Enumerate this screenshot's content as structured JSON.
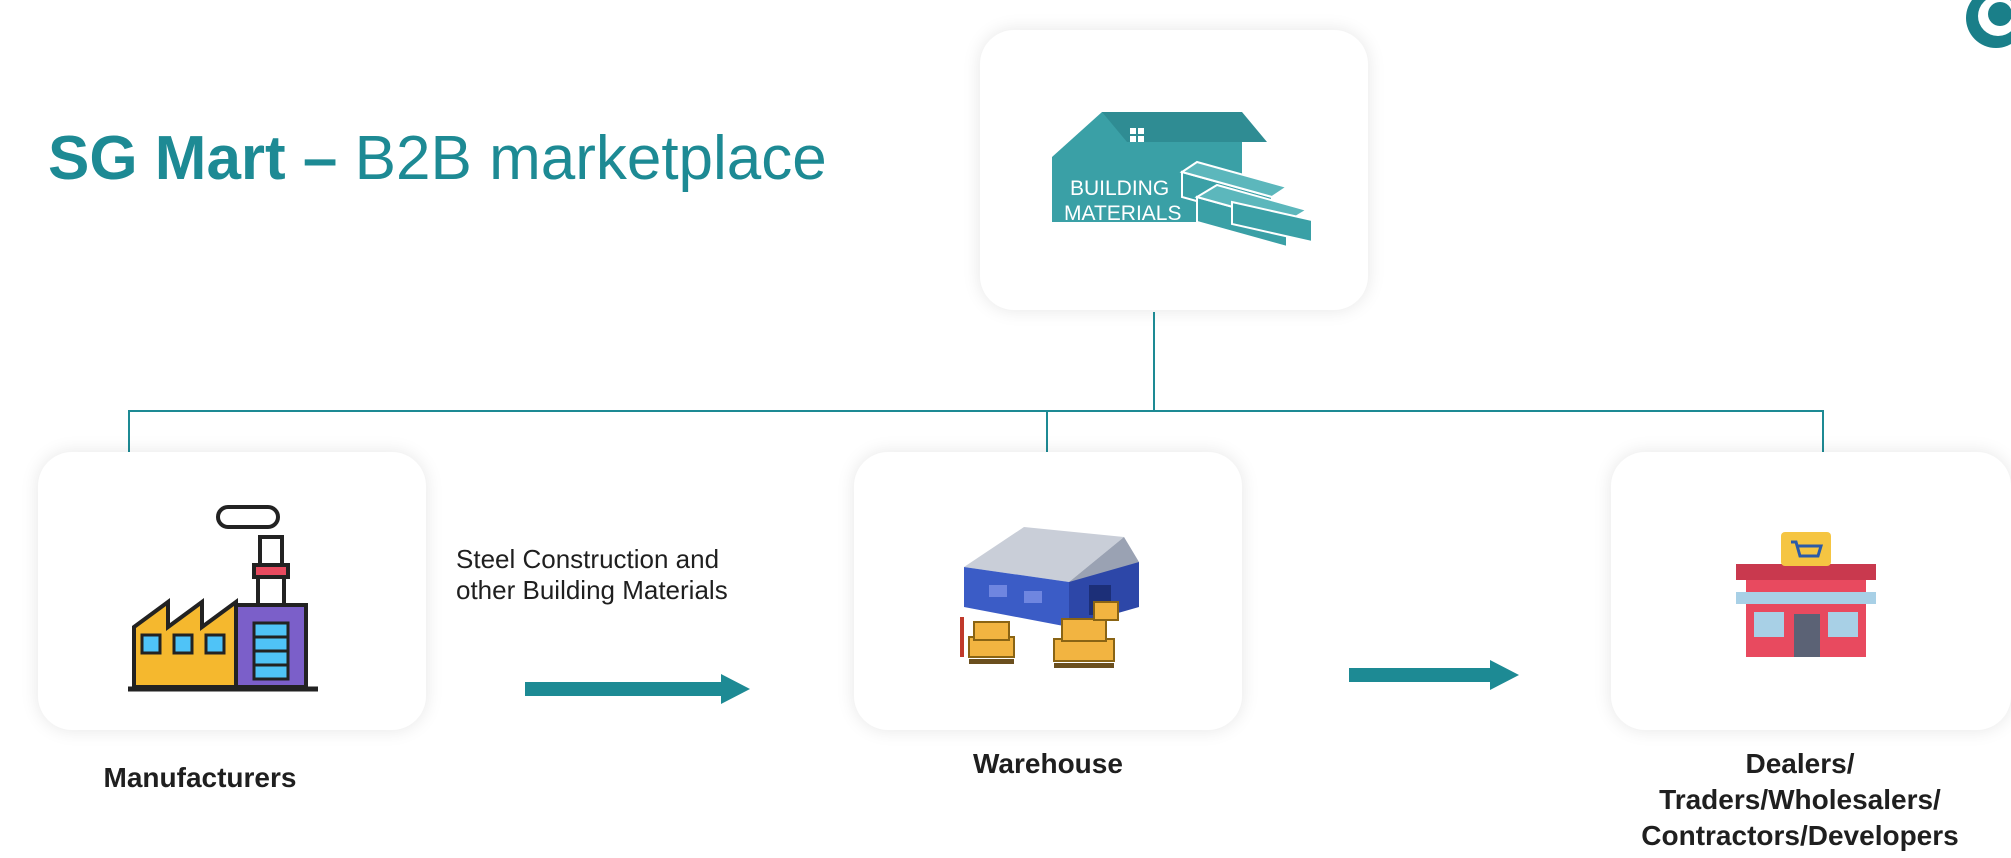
{
  "title": {
    "bold_part": "SG Mart –",
    "regular_part": "B2B marketplace"
  },
  "nodes": {
    "top": {
      "icon": "building-materials-icon",
      "icon_text_1": "BUILDING",
      "icon_text_2": "MATERIALS"
    },
    "manufacturers": {
      "label": "Manufacturers",
      "icon": "factory-icon"
    },
    "warehouse": {
      "label": "Warehouse",
      "icon": "warehouse-icon"
    },
    "dealers": {
      "label_lines": [
        "Dealers/",
        "Traders/Wholesalers/",
        "Contractors/Developers"
      ],
      "icon": "store-icon"
    }
  },
  "flow_label": "Steel Construction and other Building Materials",
  "colors": {
    "accent": "#1d8a94",
    "text": "#1f1f1f"
  }
}
